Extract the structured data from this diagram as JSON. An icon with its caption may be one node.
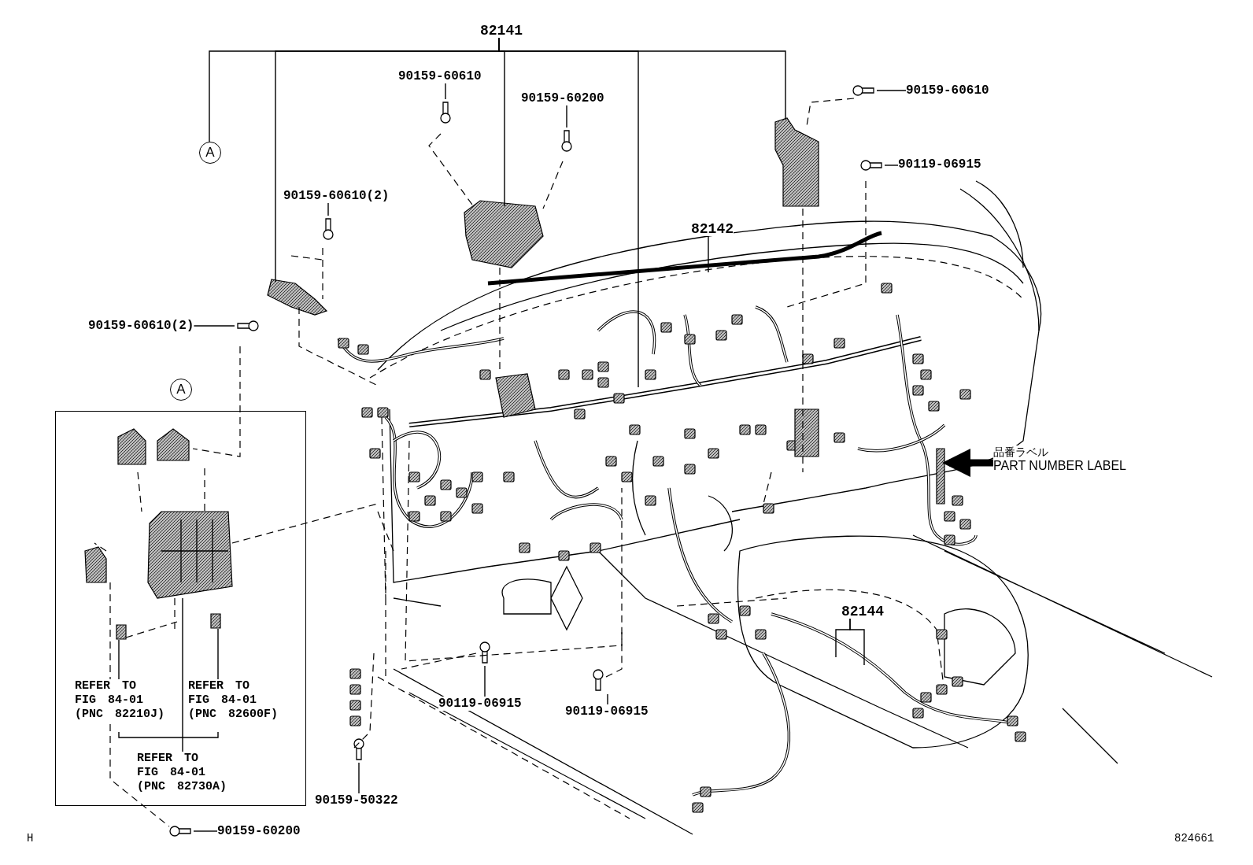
{
  "diagram": {
    "nodes": [
      {
        "text": [
          "82141"
        ]
      },
      {
        "text": [
          "A"
        ]
      },
      {
        "text": [
          "90159-60610"
        ]
      },
      {
        "text": [
          "90159-60200"
        ]
      },
      {
        "text": [
          "90159-60610(2)"
        ]
      },
      {
        "text": [
          "90159-60610"
        ]
      },
      {
        "text": [
          "90119-06915"
        ]
      },
      {
        "text": [
          "82142"
        ]
      },
      {
        "text": [
          "90159-60610(2)"
        ]
      },
      {
        "text": [],
        "shape": "box"
      },
      {
        "text": [
          "REFER TO FIG 84-01 (PNC 82210J)"
        ],
        "in": 9
      },
      {
        "text": [
          "REFER TO FIG 84-01 (PNC 82600F)"
        ],
        "in": 9
      },
      {
        "text": [
          "REFER TO FIG 84-01 (PNC 82730A)"
        ],
        "in": 9
      },
      {
        "text": [
          "90159-60200"
        ]
      },
      {
        "text": [
          "90159-50322"
        ]
      },
      {
        "text": [
          "90119-06915"
        ]
      },
      {
        "text": [
          "90119-06915"
        ]
      },
      {
        "text": [
          "82144"
        ]
      },
      {
        "text": [
          "品番ラベル",
          "PART NUMBER LABEL"
        ]
      },
      {
        "text": [
          "A"
        ]
      }
    ],
    "edges": [
      {
        "from": 0,
        "to": 1,
        "arrow": "none"
      },
      {
        "from": 0,
        "to": null,
        "arrow": "none"
      },
      {
        "from": 0,
        "to": null,
        "arrow": "none"
      },
      {
        "from": 0,
        "to": null,
        "arrow": "none"
      },
      {
        "from": 0,
        "to": null,
        "arrow": "none"
      },
      {
        "from": 2,
        "to": null,
        "arrow": "none"
      },
      {
        "from": 3,
        "to": null,
        "arrow": "none"
      },
      {
        "from": 4,
        "to": null,
        "arrow": "none"
      },
      {
        "from": 5,
        "to": null,
        "arrow": "none"
      },
      {
        "from": 6,
        "to": null,
        "arrow": "none"
      },
      {
        "from": 7,
        "to": null,
        "arrow": "none"
      },
      {
        "from": 8,
        "to": null,
        "arrow": "none"
      },
      {
        "from": 10,
        "to": null,
        "arrow": "none"
      },
      {
        "from": 11,
        "to": null,
        "arrow": "none"
      },
      {
        "from": 12,
        "to": null,
        "arrow": "none"
      },
      {
        "from": 13,
        "to": null,
        "arrow": "none"
      },
      {
        "from": 14,
        "to": null,
        "arrow": "none"
      },
      {
        "from": 15,
        "to": null,
        "arrow": "none"
      },
      {
        "from": 16,
        "to": null,
        "arrow": "none"
      },
      {
        "from": 17,
        "to": null,
        "arrow": "none"
      },
      {
        "from": 17,
        "to": null,
        "arrow": "none"
      },
      {
        "from": 18,
        "to": null,
        "arrow": "to",
        "style": "thick"
      }
    ],
    "labels": [
      "H",
      "824661"
    ]
  }
}
